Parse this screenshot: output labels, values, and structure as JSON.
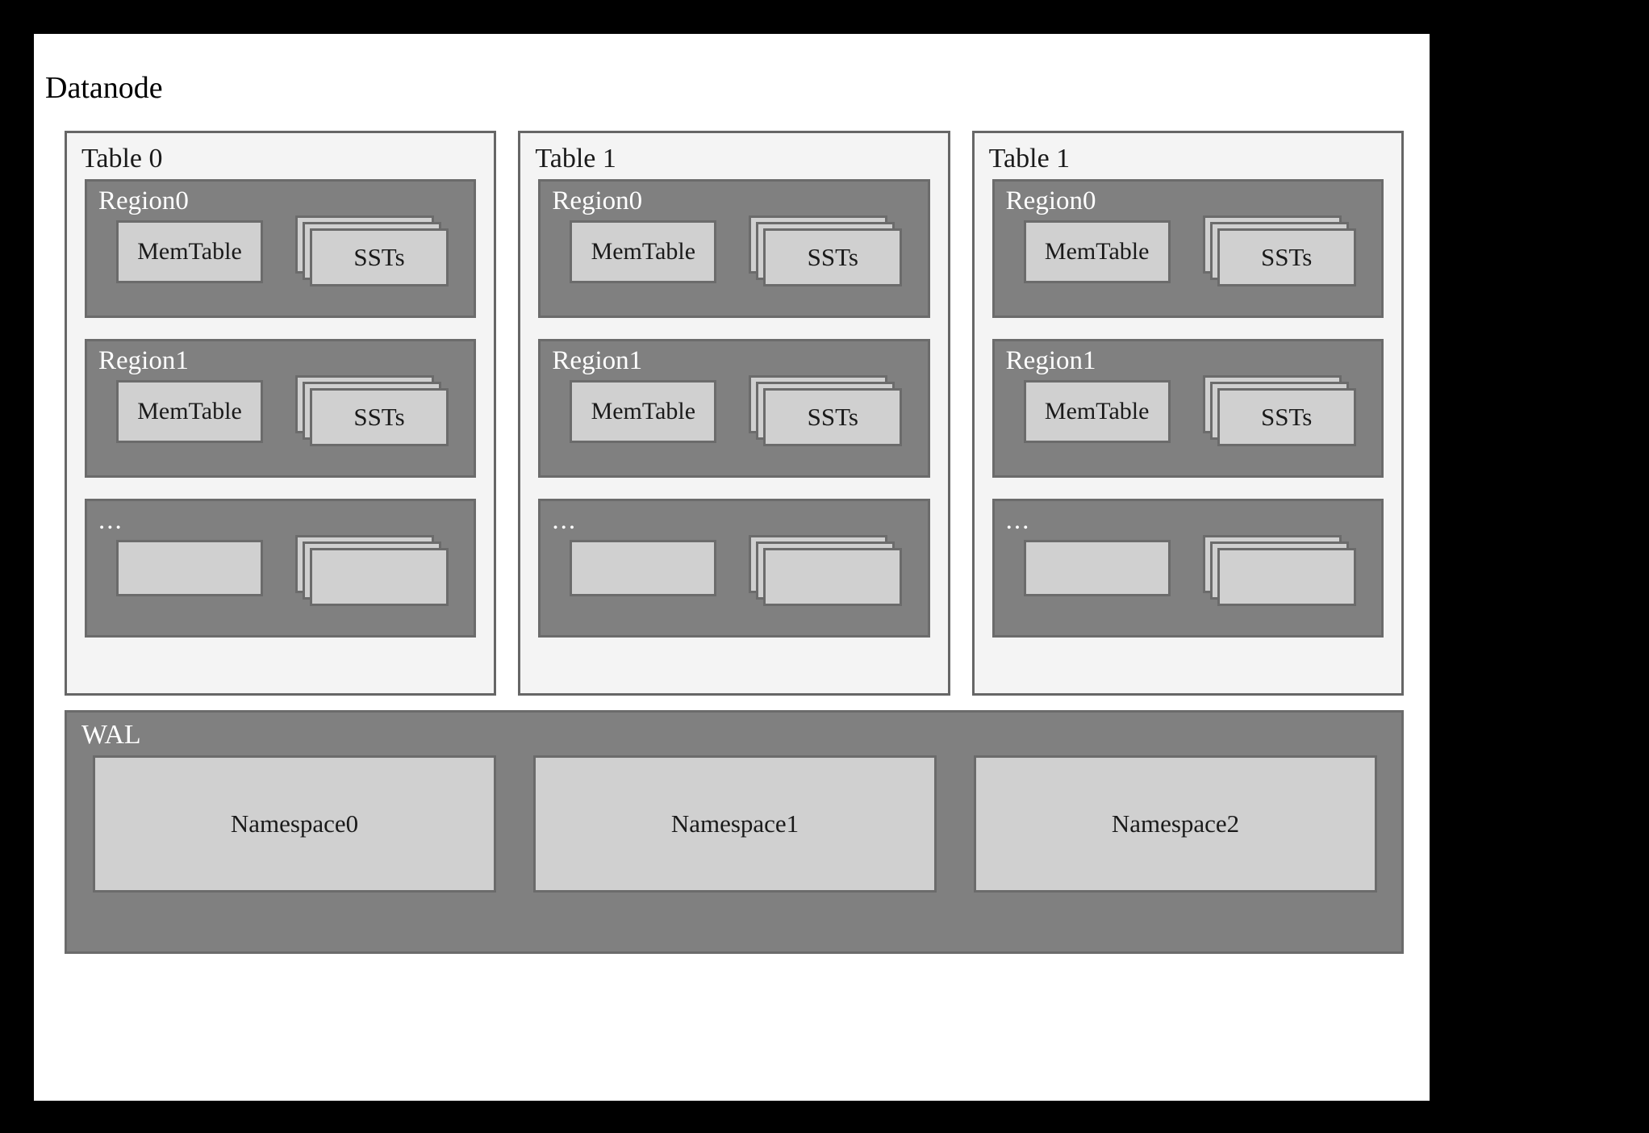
{
  "diagram": {
    "title": "Datanode",
    "colors": {
      "page_background": "#000000",
      "canvas": "#ffffff",
      "table_panel_fill": "#f4f4f4",
      "region_fill": "#808080",
      "leaf_fill": "#d0d0d0",
      "border": "#666666",
      "text_dark": "#1a1a1a",
      "text_light": "#ffffff"
    }
  },
  "tables": [
    {
      "label": "Table 0",
      "regions": [
        {
          "label": "Region0",
          "memtable": "MemTable",
          "ssts": "SSTs"
        },
        {
          "label": "Region1",
          "memtable": "MemTable",
          "ssts": "SSTs"
        },
        {
          "label": "...",
          "memtable": "",
          "ssts": ""
        }
      ]
    },
    {
      "label": "Table 1",
      "regions": [
        {
          "label": "Region0",
          "memtable": "MemTable",
          "ssts": "SSTs"
        },
        {
          "label": "Region1",
          "memtable": "MemTable",
          "ssts": "SSTs"
        },
        {
          "label": "...",
          "memtable": "",
          "ssts": ""
        }
      ]
    },
    {
      "label": "Table 1",
      "regions": [
        {
          "label": "Region0",
          "memtable": "MemTable",
          "ssts": "SSTs"
        },
        {
          "label": "Region1",
          "memtable": "MemTable",
          "ssts": "SSTs"
        },
        {
          "label": "...",
          "memtable": "",
          "ssts": ""
        }
      ]
    }
  ],
  "wal": {
    "label": "WAL",
    "namespaces": [
      {
        "label": "Namespace0"
      },
      {
        "label": "Namespace1"
      },
      {
        "label": "Namespace2"
      }
    ]
  }
}
